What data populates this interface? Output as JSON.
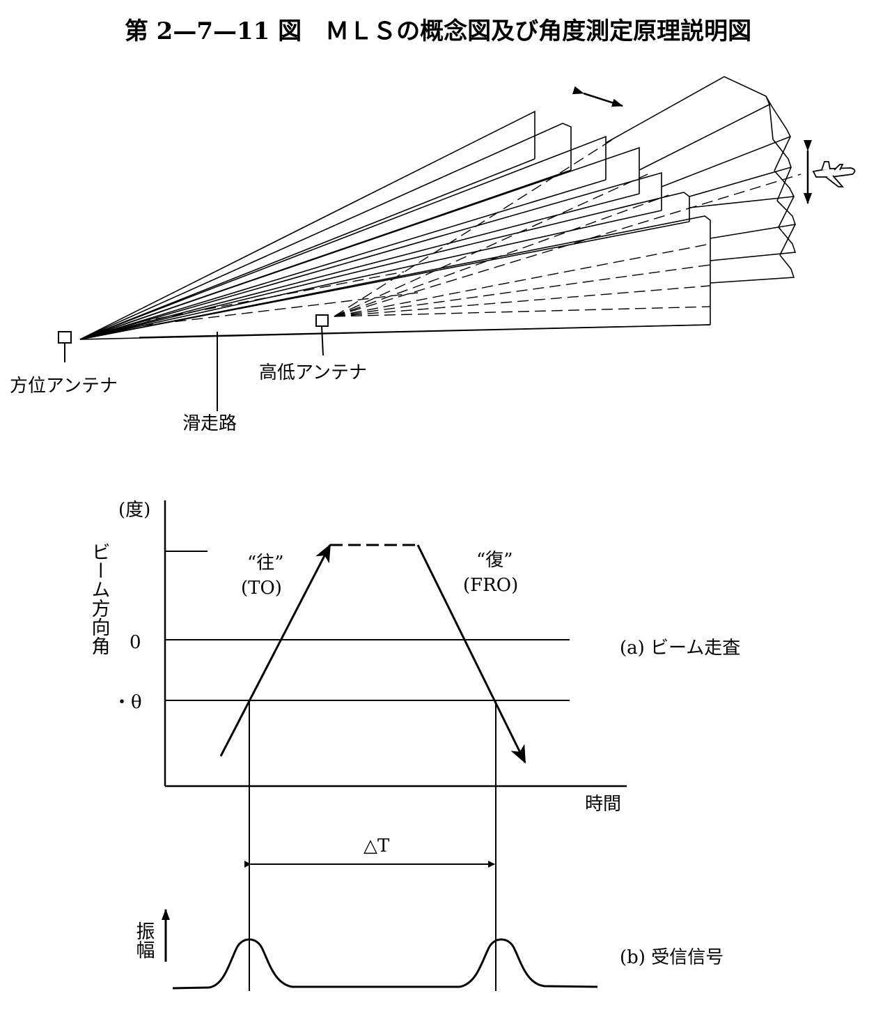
{
  "figure": {
    "title": "第 2—7—11 図　ＭＬＳの概念図及び角度測定原理説明図"
  },
  "concept_diagram": {
    "azimuth_antenna_label": "方位アンテナ",
    "elevation_antenna_label": "高低アンテナ",
    "runway_label": "滑走路"
  },
  "scan_graph": {
    "y_unit": "(度)",
    "y_axis_label": "ビーム方向角",
    "y_tick_zero": "0",
    "y_tick_theta": "・θ",
    "x_axis_label": "時間",
    "to_label": "“往”",
    "to_sub": "(TO)",
    "fro_label": "“復”",
    "fro_sub": "(FRO)",
    "caption": "(a) ビーム走査"
  },
  "signal_graph": {
    "delta_label": "△T",
    "amplitude_label": "振幅",
    "caption": "(b) 受信信号"
  }
}
